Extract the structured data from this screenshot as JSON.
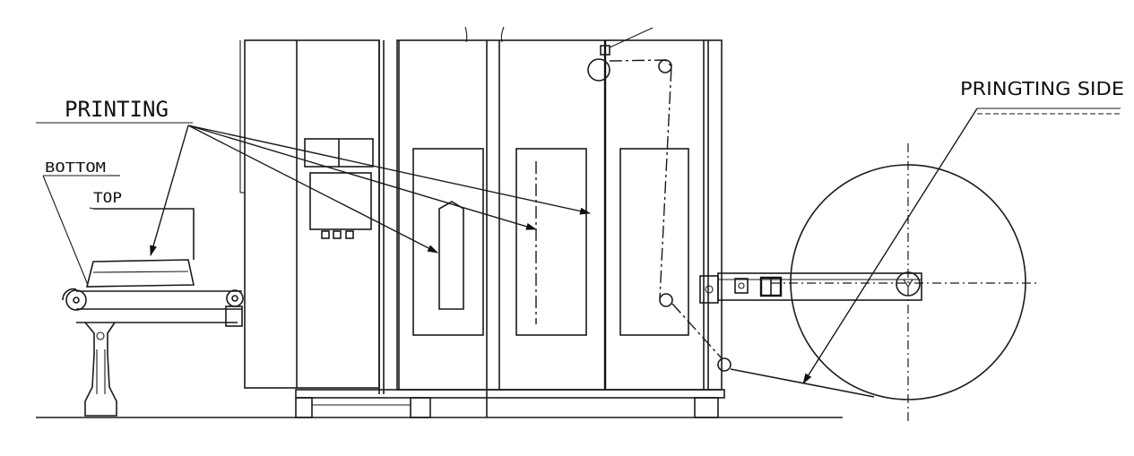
{
  "labels": {
    "printing": "PRINTING",
    "bottom": "BOTTOM",
    "top": "TOP",
    "printing_side": "PRINGTING SIDE"
  }
}
